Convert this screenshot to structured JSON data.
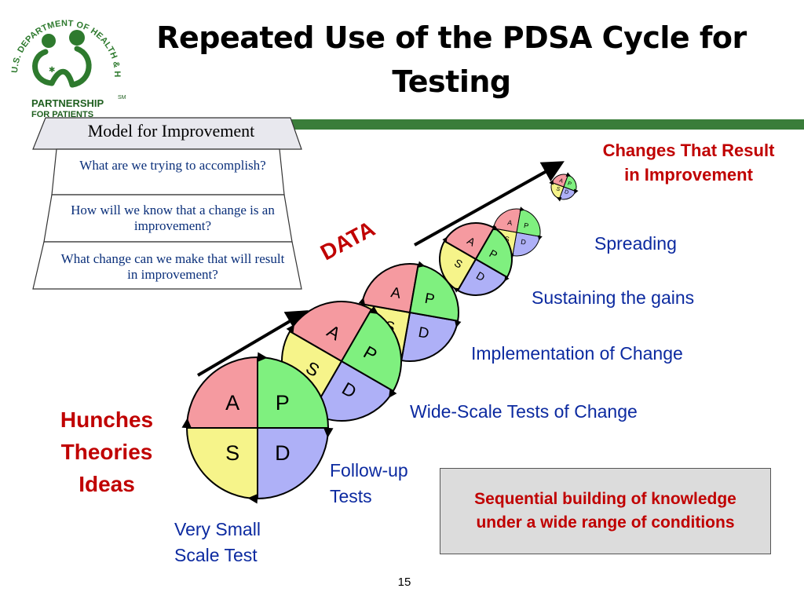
{
  "slide": {
    "title_line1": "Repeated Use of the PDSA Cycle for",
    "title_line2": "Testing",
    "page_number": "15"
  },
  "logo": {
    "arc_text": "U.S. DEPARTMENT OF HEALTH & HUMAN SERVICES",
    "line1": "PARTNERSHIP",
    "line2": "FOR PATIENTS",
    "sm": "SM"
  },
  "model_for_improvement": {
    "header": "Model for Improvement",
    "questions": [
      "What are we trying to accomplish?",
      "How will we know that a change is an improvement?",
      "What change can we make that will result in improvement?"
    ]
  },
  "labels": {
    "data": "DATA",
    "changes_that_result": "Changes That Result in Improvement",
    "spreading": "Spreading",
    "sustaining": "Sustaining the gains",
    "implementation": "Implementation of Change",
    "wide_scale": "Wide-Scale Tests of Change",
    "follow_up": "Follow-up Tests",
    "very_small": "Very Small Scale Test",
    "hunches": "Hunches Theories Ideas",
    "sequential": "Sequential building of knowledge under a wide range of conditions"
  },
  "cycle_letters": {
    "plan": "P",
    "do": "D",
    "study": "S",
    "act": "A"
  },
  "colors": {
    "plan": "#7ff07f",
    "do": "#aeb0f7",
    "study": "#f6f48a",
    "act": "#f59aa0",
    "title_blue": "#0c2aa0",
    "emphasis_red": "#c00000",
    "divider_green": "#3a7d3a"
  }
}
